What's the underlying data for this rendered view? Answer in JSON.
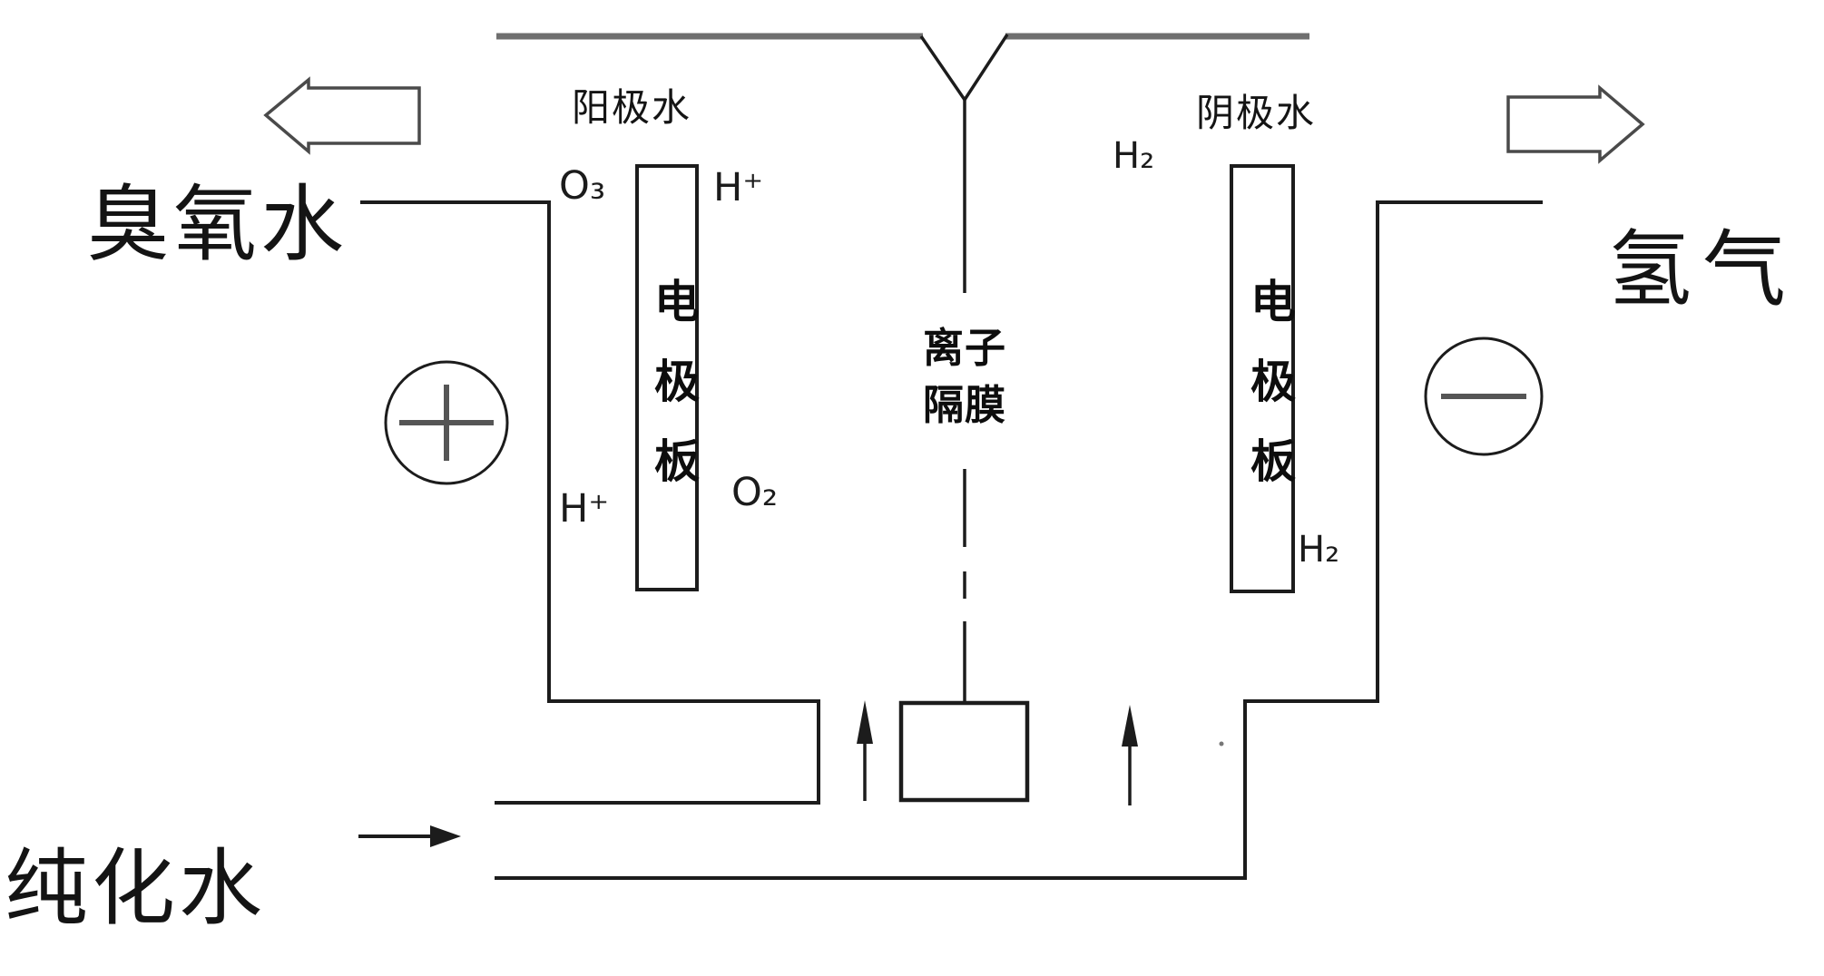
{
  "diagram": {
    "type": "electrolysis-cell-schematic",
    "outputs": {
      "left_product": "臭氧水",
      "right_product": "氢气"
    },
    "inlet": {
      "feed_water": "纯化水"
    },
    "anode_side": {
      "header": "阳极水",
      "electrode_label": "电极板",
      "species_o3": "O₃",
      "species_h_plus_top": "H⁺",
      "species_h_plus_bottom": "H⁺",
      "species_o2": "O₂",
      "terminal_symbol": "+"
    },
    "cathode_side": {
      "header": "阴极水",
      "electrode_label": "电极板",
      "species_h2_top": "H₂",
      "species_h2_bottom": "H₂",
      "terminal_symbol": "−"
    },
    "membrane": {
      "label_line1": "离子",
      "label_line2": "隔膜"
    },
    "colors": {
      "line": "#1c1c1c",
      "thick_gray_line": "#6f6f6f",
      "terminal_stroke": "#555555",
      "background": "#ffffff"
    }
  }
}
